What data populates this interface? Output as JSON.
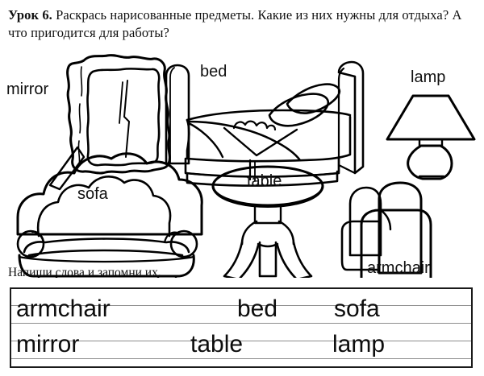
{
  "header": {
    "lesson": "Урок 6.",
    "instruction_line1": "Раскрась нарисованные предметы. Какие из них",
    "instruction_line2": "нужны для отдыха? А что пригодится для работы?"
  },
  "illustrations": {
    "labels": {
      "mirror": "mirror",
      "bed": "bed",
      "lamp": "lamp",
      "sofa": "sofa",
      "table": "table",
      "armchair": "armchair"
    },
    "items": [
      {
        "name": "mirror",
        "label": "mirror",
        "label_position": "left-outside"
      },
      {
        "name": "bed",
        "label": "bed",
        "label_position": "top-outside"
      },
      {
        "name": "lamp",
        "label": "lamp",
        "label_position": "inside-shade"
      },
      {
        "name": "sofa",
        "label": "sofa",
        "label_position": "inside-back"
      },
      {
        "name": "table",
        "label": "table",
        "label_position": "inside-top"
      },
      {
        "name": "armchair",
        "label": "armchair",
        "label_position": "bottom-outside"
      }
    ]
  },
  "subinstruction": {
    "text": "Напиши слова и запомни их."
  },
  "wordbox": {
    "rows": [
      {
        "words": [
          "armchair",
          "bed",
          "sofa"
        ]
      },
      {
        "words": [
          "mirror",
          "table",
          "lamp"
        ]
      }
    ],
    "row1_word1": "armchair",
    "row1_word2": "bed",
    "row1_word3": "sofa",
    "row2_word1": "mirror",
    "row2_word2": "table",
    "row2_word3": "lamp",
    "ruling_lines": 4
  },
  "colors": {
    "ink": "#111111",
    "outline": "#000000",
    "rule_line": "#8d8d8d",
    "paper": "#ffffff"
  }
}
